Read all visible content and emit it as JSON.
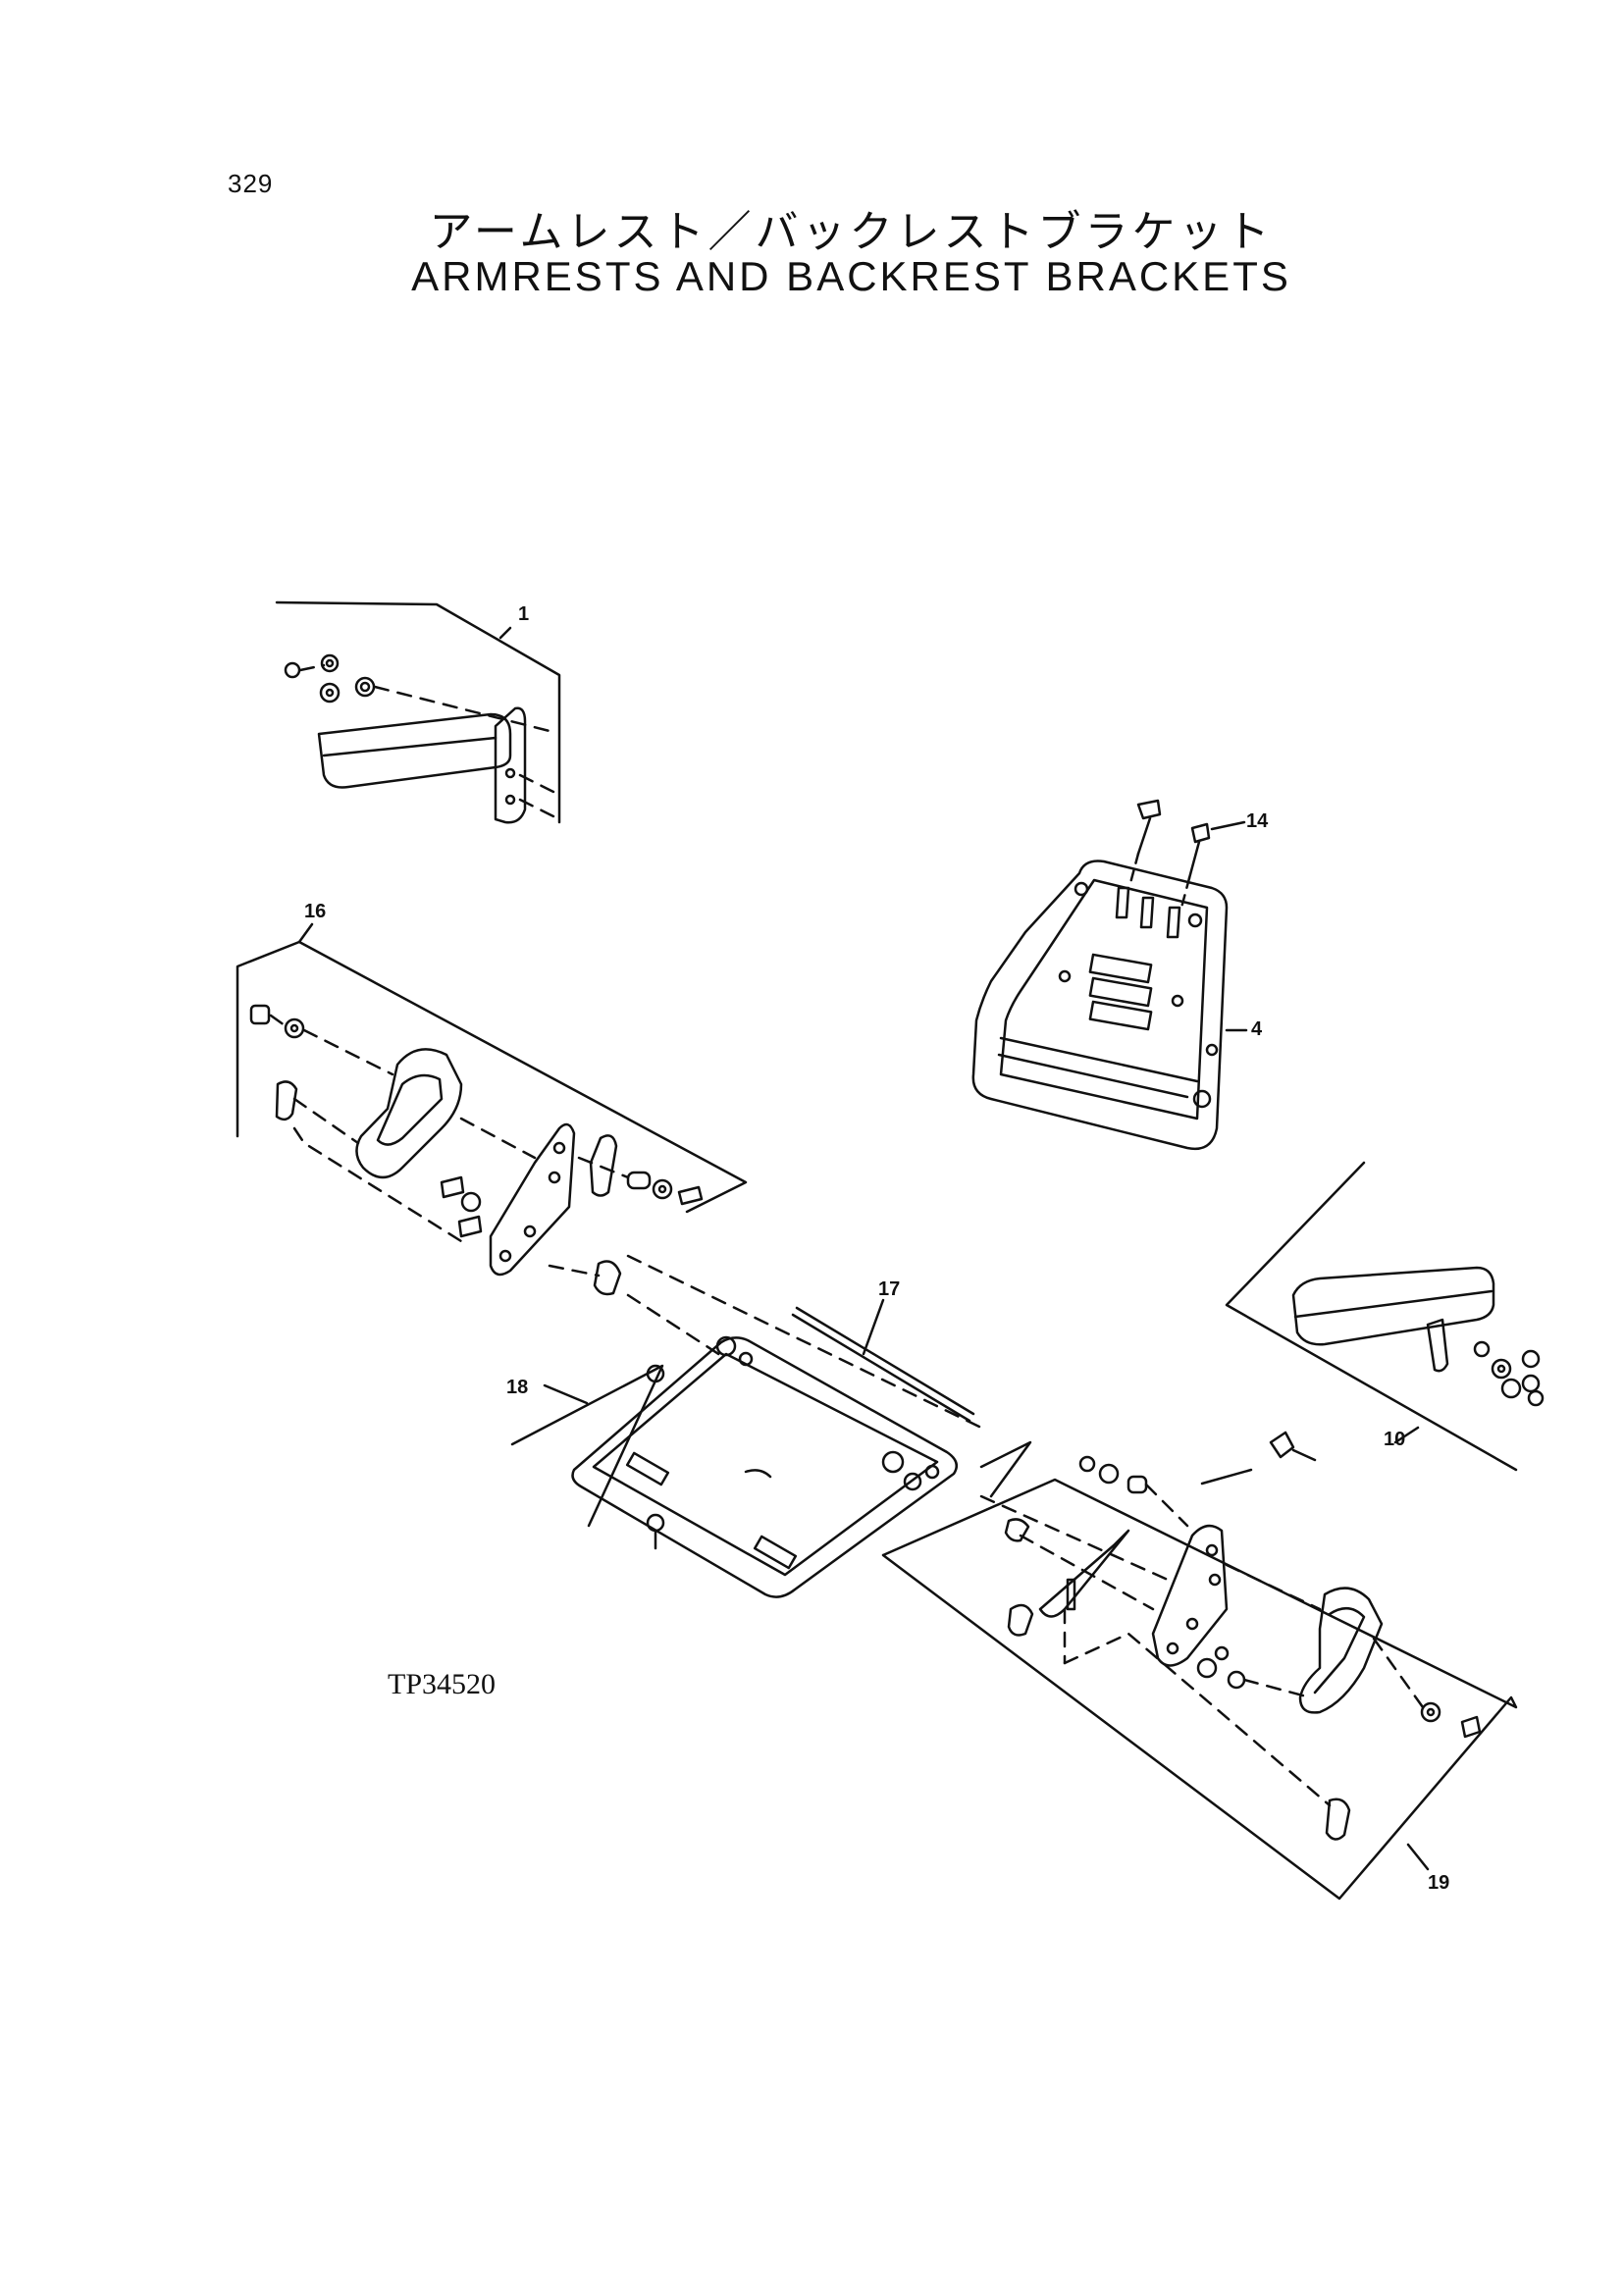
{
  "page_number": "329",
  "title_jp": "アームレスト／バックレストブラケット",
  "title_en": "ARMRESTS AND BACKREST BRACKETS",
  "figure_code": "TP34520",
  "callouts": [
    "1",
    "4",
    "10",
    "14",
    "16",
    "17",
    "18",
    "19"
  ]
}
